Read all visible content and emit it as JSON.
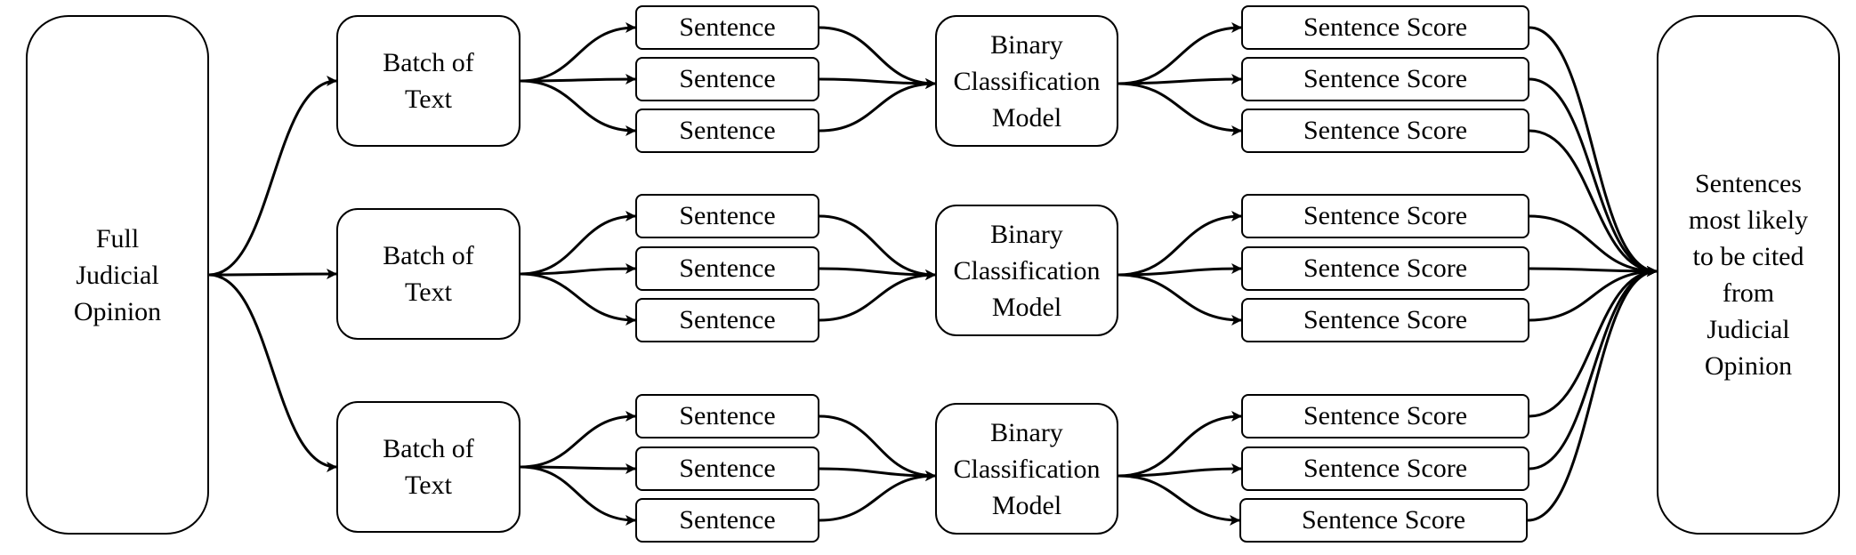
{
  "source": {
    "label": "Full\nJudicial\nOpinion"
  },
  "target": {
    "label": "Sentences\nmost likely\nto be cited\nfrom\nJudicial\nOpinion"
  },
  "batches": [
    {
      "label": "Batch of\nText",
      "model": "Binary\nClassification\nModel",
      "sentences": [
        "Sentence",
        "Sentence",
        "Sentence"
      ],
      "scores": [
        "Sentence Score",
        "Sentence Score",
        "Sentence Score"
      ]
    },
    {
      "label": "Batch of\nText",
      "model": "Binary\nClassification\nModel",
      "sentences": [
        "Sentence",
        "Sentence",
        "Sentence"
      ],
      "scores": [
        "Sentence Score",
        "Sentence Score",
        "Sentence Score"
      ]
    },
    {
      "label": "Batch of\nText",
      "model": "Binary\nClassification\nModel",
      "sentences": [
        "Sentence",
        "Sentence",
        "Sentence"
      ],
      "scores": [
        "Sentence Score",
        "Sentence Score",
        "Sentence Score"
      ]
    }
  ]
}
